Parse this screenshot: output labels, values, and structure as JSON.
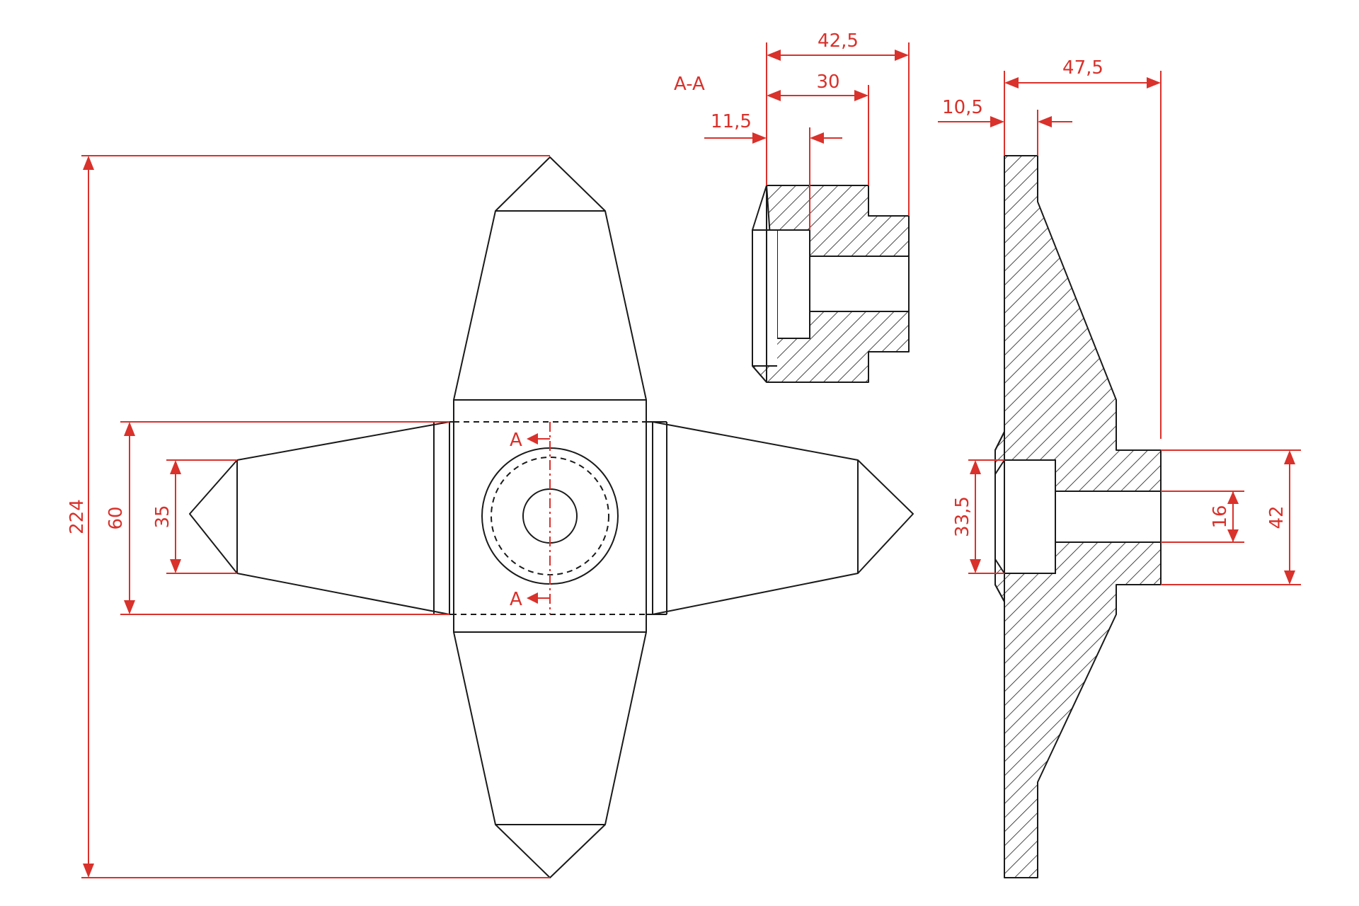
{
  "section_title": "A-A",
  "section_markers": [
    "A",
    "A"
  ],
  "dimensions": {
    "section_overall_width": "42,5",
    "section_step_width": "30",
    "section_recess_depth": "11,5",
    "side_overall_width": "47,5",
    "side_blade_thickness": "10,5",
    "front_overall_height": "224",
    "front_arm_root_width": "60",
    "front_arm_tip_width": "35",
    "side_recess_diameter": "33,5",
    "side_hub_height": "42",
    "side_bore_diameter": "16"
  },
  "colors": {
    "dimension_red": "#d9312b",
    "outline_black": "#1a1a1a"
  }
}
